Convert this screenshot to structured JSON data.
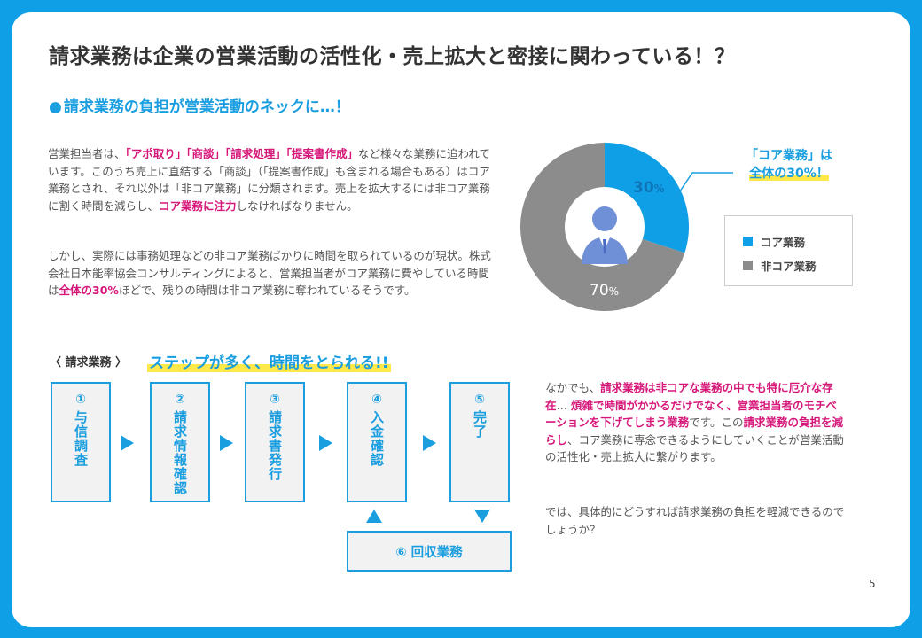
{
  "title": "請求業務は企業の営業活動の活性化・売上拡大と密接に関わっている！？",
  "subtitle": {
    "dot": "●",
    "text": "請求業務の負担が営業活動のネックに…！"
  },
  "paragraph1": {
    "t1": "営業担当者は、",
    "h1": "「アポ取り」「商談」「請求処理」「提案書作成」",
    "t2": "など様々な業務に追われています。このうち売上に直結する「商談」（「提案書作成」も含まれる場合もある）はコア業務とされ、それ以外は「非コア業務」に分類されます。売上を拡大するには非コア業務に割く時間を減らし、",
    "h2": "コア業務に注力",
    "t3": "しなければなりません。"
  },
  "paragraph2": {
    "t1": "しかし、実際には事務処理などの非コア業務ばかりに時間を取られているのが現状。株式会社日本能率協会コンサルティングによると、営業担当者がコア業務に費やしている時間は",
    "h1": "全体の30%",
    "t2": "ほどで、残りの時間は非コア業務に奪われているそうです。"
  },
  "chart_data": {
    "type": "pie",
    "slices": [
      {
        "label": "コア業務",
        "value": 30,
        "color": "#0f9fe6"
      },
      {
        "label": "非コア業務",
        "value": 70,
        "color": "#8c8c8c"
      }
    ],
    "value_labels": {
      "core_num": "30",
      "noncore_num": "70",
      "unit": "%"
    },
    "callout": {
      "line1": "「コア業務」は",
      "line2": "全体の30%！"
    },
    "legend": {
      "core": "コア業務",
      "noncore": "非コア業務"
    }
  },
  "flow": {
    "label": "〈 請求業務 〉",
    "banner": "ステップが多く、時間をとられる!!",
    "steps": [
      {
        "num": "①",
        "label": "与信調査"
      },
      {
        "num": "②",
        "label": "請求情報確認"
      },
      {
        "num": "③",
        "label": "請求書発行"
      },
      {
        "num": "④",
        "label": "入金確認"
      },
      {
        "num": "⑤",
        "label": "完了"
      }
    ],
    "recovery": "⑥ 回収業務"
  },
  "right_text1": {
    "t1": "なかでも、",
    "h1": "請求業務は非コアな業務の中でも特に厄介な存在",
    "t2": "… ",
    "h2": "煩雑で時間がかかるだけでなく、営業担当者のモチベーションを下げてしまう業務",
    "t3": "です。この",
    "h3": "請求業務の負担を減らし",
    "t4": "、コア業務に専念できるようにしていくことが営業活動の活性化・売上拡大に繋がります。"
  },
  "right_text2": "では、具体的にどうすれば請求業務の負担を軽減できるのでしょうか？",
  "page_number": "5",
  "colors": {
    "accent": "#1a9ee0",
    "highlight": "#d6177a",
    "marker": "#ffe84a"
  }
}
